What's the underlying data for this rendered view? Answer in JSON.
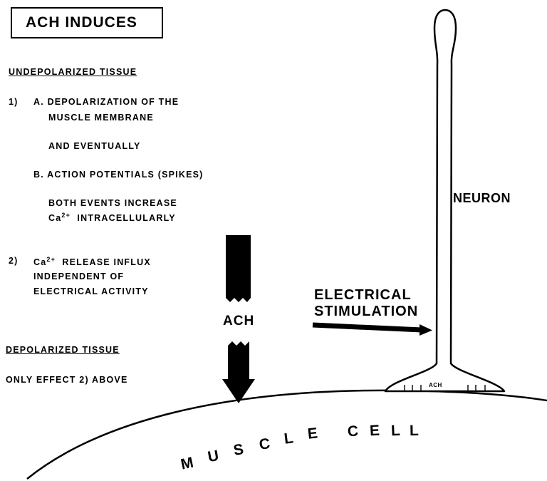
{
  "title": "ACH INDUCES",
  "section_undepolarized": "UNDEPOLARIZED TISSUE",
  "item1": {
    "number": "1)",
    "a_line1": "A. DEPOLARIZATION OF THE",
    "a_line2": "MUSCLE MEMBRANE",
    "and_eventually": "AND EVENTUALLY",
    "b": "B. ACTION POTENTIALS (SPIKES)",
    "both_line1": "BOTH EVENTS INCREASE",
    "both_line2_ca": "Ca",
    "both_line2_sup": "2+",
    "both_line2_rest": "INTRACELLULARLY"
  },
  "item2": {
    "number": "2)",
    "line1_ca": "Ca",
    "line1_sup": "2+",
    "line1_rest": "RELEASE INFLUX",
    "line2": "INDEPENDENT OF",
    "line3": "ELECTRICAL ACTIVITY"
  },
  "section_depolarized": "DEPOLARIZED TISSUE",
  "depolarized_note": "ONLY EFFECT 2) ABOVE",
  "arrow_label": "ACH",
  "neuron_label": "NEURON",
  "stimulation_line1": "ELECTRICAL",
  "stimulation_line2": "STIMULATION",
  "terminal_label": "ACH",
  "muscle_letters": [
    "M",
    "U",
    "S",
    "C",
    "L",
    "E"
  ],
  "cell_letters": [
    "C",
    "E",
    "L",
    "L"
  ]
}
